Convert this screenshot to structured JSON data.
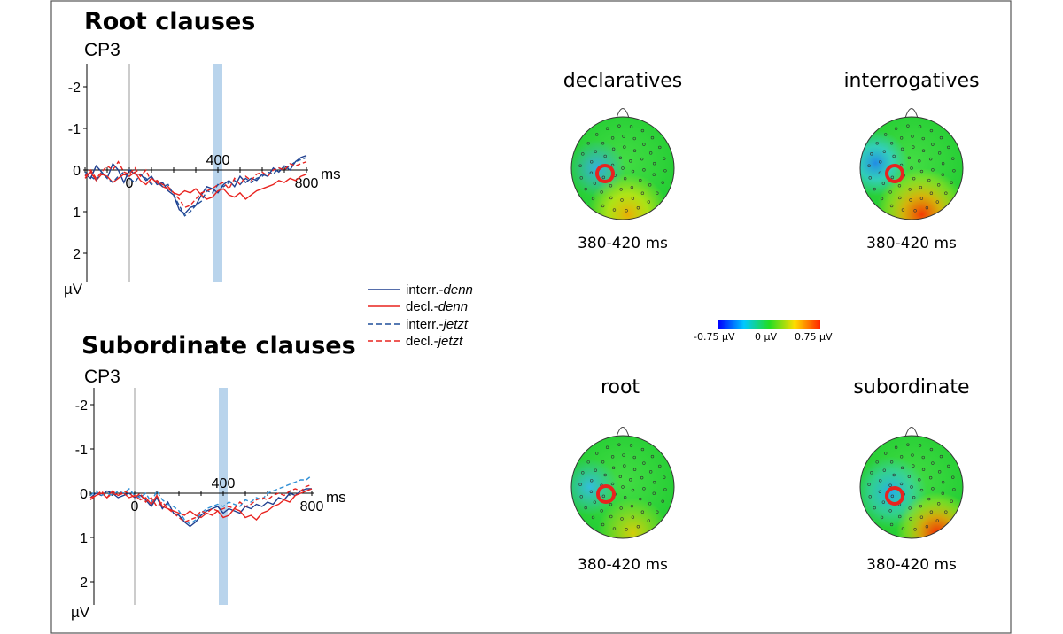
{
  "panels": [
    {
      "title": "Root clauses",
      "electrode": "CP3"
    },
    {
      "title": "Subordinate clauses",
      "electrode": "CP3"
    }
  ],
  "x_unit": "ms",
  "y_unit": "µV",
  "x_tick_labels": [
    "0",
    "400",
    "800"
  ],
  "y_tick_labels": [
    "-2",
    "-1",
    "0",
    "1",
    "2"
  ],
  "legend": [
    {
      "label": "interr.-",
      "italic": "denn"
    },
    {
      "label": "decl.-",
      "italic": "denn"
    },
    {
      "label": "interr.-",
      "italic": "jetzt"
    },
    {
      "label": "decl.-",
      "italic": "jetzt"
    }
  ],
  "topomaps": [
    {
      "title": "declaratives",
      "window": "380-420 ms"
    },
    {
      "title": "interrogatives",
      "window": "380-420 ms"
    },
    {
      "title": "root",
      "window": "380-420 ms"
    },
    {
      "title": "subordinate",
      "window": "380-420 ms"
    }
  ],
  "colorbar": {
    "min_label": "-0.75 µV",
    "mid_label": "0 µV",
    "max_label": "0.75 µV"
  },
  "colors": {
    "interr_denn": "#1f3f8f",
    "decl_denn": "#e8231f",
    "interr_jetzt": "#1f4e9a",
    "decl_jetzt": "#e8231f",
    "interr_light": "#2f8fd6",
    "highlight_window": "#b9d4ec",
    "electrode_marker": "#e8231f"
  },
  "chart_data": [
    {
      "type": "line",
      "title": "Root clauses",
      "subtitle": "CP3",
      "xlabel": "ms",
      "ylabel": "µV",
      "xlim": [
        -200,
        800
      ],
      "ylim": [
        2.5,
        -2.5
      ],
      "y_axis_inverted": true,
      "highlight_window": [
        380,
        420
      ],
      "x": [
        -200,
        -175,
        -150,
        -125,
        -100,
        -75,
        -50,
        -25,
        0,
        25,
        50,
        75,
        100,
        125,
        150,
        175,
        200,
        225,
        250,
        275,
        300,
        325,
        350,
        375,
        400,
        425,
        450,
        475,
        500,
        525,
        550,
        575,
        600,
        625,
        650,
        675,
        700,
        725,
        750,
        775,
        800
      ],
      "series": [
        {
          "name": "interr.-denn",
          "style": "solid",
          "color": "#1f3f8f",
          "values": [
            0.1,
            0.2,
            -0.1,
            0.05,
            0.2,
            -0.15,
            0.0,
            0.3,
            0.0,
            0.1,
            0.1,
            0.25,
            0.15,
            0.35,
            0.3,
            0.5,
            0.6,
            0.95,
            1.05,
            0.9,
            0.85,
            0.6,
            0.4,
            0.45,
            0.55,
            0.35,
            0.25,
            0.4,
            0.15,
            0.3,
            0.2,
            0.25,
            0.1,
            0.15,
            -0.05,
            0.05,
            -0.1,
            0.0,
            -0.2,
            -0.3,
            -0.35
          ]
        },
        {
          "name": "decl.-denn",
          "style": "solid",
          "color": "#e8231f",
          "values": [
            0.2,
            0.05,
            0.25,
            0.1,
            0.15,
            0.3,
            0.2,
            0.1,
            0.15,
            0.05,
            0.25,
            0.35,
            0.2,
            0.3,
            0.4,
            0.45,
            0.55,
            0.6,
            0.5,
            0.55,
            0.45,
            0.6,
            0.7,
            0.65,
            0.5,
            0.45,
            0.6,
            0.65,
            0.55,
            0.7,
            0.6,
            0.5,
            0.45,
            0.4,
            0.35,
            0.25,
            0.3,
            0.2,
            0.25,
            0.15,
            0.1
          ]
        },
        {
          "name": "interr.-jetzt",
          "style": "dashed",
          "color": "#1f4e9a",
          "values": [
            0.05,
            0.15,
            0.25,
            0.05,
            0.2,
            0.3,
            0.15,
            0.05,
            0.2,
            0.3,
            0.1,
            0.2,
            0.35,
            0.25,
            0.4,
            0.35,
            0.6,
            0.85,
            1.1,
            1.0,
            0.85,
            0.75,
            0.5,
            0.55,
            0.35,
            0.4,
            0.3,
            0.25,
            0.35,
            0.2,
            0.3,
            0.2,
            0.15,
            0.05,
            0.1,
            -0.05,
            0.0,
            -0.1,
            -0.2,
            -0.25,
            -0.3
          ]
        },
        {
          "name": "decl.-jetzt",
          "style": "dashed",
          "color": "#e8231f",
          "values": [
            0.15,
            0.0,
            0.2,
            0.05,
            -0.1,
            0.0,
            -0.2,
            0.05,
            0.1,
            -0.05,
            0.15,
            0.0,
            0.3,
            0.25,
            0.35,
            0.4,
            0.55,
            0.7,
            0.9,
            0.85,
            0.7,
            0.55,
            0.5,
            0.45,
            0.35,
            0.3,
            0.45,
            0.2,
            0.35,
            0.15,
            0.25,
            0.1,
            0.05,
            0.15,
            0.0,
            -0.05,
            0.0,
            -0.15,
            -0.1,
            -0.15,
            -0.2
          ]
        }
      ]
    },
    {
      "type": "line",
      "title": "Subordinate clauses",
      "subtitle": "CP3",
      "xlabel": "ms",
      "ylabel": "µV",
      "xlim": [
        -200,
        800
      ],
      "ylim": [
        2.5,
        -2.5
      ],
      "y_axis_inverted": true,
      "highlight_window": [
        380,
        420
      ],
      "x": [
        -200,
        -175,
        -150,
        -125,
        -100,
        -75,
        -50,
        -25,
        0,
        25,
        50,
        75,
        100,
        125,
        150,
        175,
        200,
        225,
        250,
        275,
        300,
        325,
        350,
        375,
        400,
        425,
        450,
        475,
        500,
        525,
        550,
        575,
        600,
        625,
        650,
        675,
        700,
        725,
        750,
        775,
        800
      ],
      "series": [
        {
          "name": "interr.-denn",
          "style": "solid",
          "color": "#1f3f8f",
          "values": [
            0.1,
            0.0,
            0.05,
            -0.05,
            0.0,
            0.1,
            0.05,
            0.0,
            0.1,
            0.05,
            0.15,
            0.3,
            0.1,
            0.35,
            0.2,
            0.45,
            0.5,
            0.65,
            0.75,
            0.65,
            0.5,
            0.4,
            0.35,
            0.3,
            0.45,
            0.35,
            0.4,
            0.45,
            0.3,
            0.35,
            0.25,
            0.3,
            0.2,
            0.25,
            0.1,
            0.15,
            0.0,
            0.05,
            -0.05,
            -0.1,
            -0.1
          ]
        },
        {
          "name": "decl.-denn",
          "style": "solid",
          "color": "#e8231f",
          "values": [
            0.15,
            0.05,
            0.0,
            0.1,
            -0.05,
            0.05,
            0.0,
            0.1,
            0.05,
            0.15,
            0.1,
            0.25,
            0.05,
            0.3,
            0.35,
            0.4,
            0.45,
            0.5,
            0.4,
            0.5,
            0.55,
            0.45,
            0.5,
            0.4,
            0.55,
            0.5,
            0.35,
            0.4,
            0.55,
            0.5,
            0.6,
            0.45,
            0.4,
            0.3,
            0.25,
            0.15,
            0.2,
            0.05,
            0.0,
            -0.05,
            -0.1
          ]
        },
        {
          "name": "interr.-jetzt",
          "style": "dashed",
          "color": "#2f8fd6",
          "values": [
            0.05,
            -0.05,
            0.05,
            0.0,
            0.05,
            -0.05,
            0.0,
            -0.1,
            0.05,
            0.1,
            0.0,
            0.2,
            -0.05,
            0.15,
            0.25,
            0.3,
            0.4,
            0.6,
            0.7,
            0.6,
            0.45,
            0.35,
            0.3,
            0.25,
            0.3,
            0.2,
            0.25,
            0.3,
            0.15,
            0.2,
            0.1,
            0.15,
            0.0,
            -0.05,
            -0.1,
            -0.15,
            -0.2,
            -0.25,
            -0.3,
            -0.3,
            -0.4
          ]
        },
        {
          "name": "decl.-jetzt",
          "style": "dashed",
          "color": "#e8231f",
          "values": [
            0.1,
            0.05,
            -0.05,
            0.1,
            0.0,
            0.05,
            -0.05,
            0.0,
            0.1,
            0.0,
            0.2,
            0.1,
            0.3,
            0.2,
            0.35,
            0.45,
            0.55,
            0.65,
            0.6,
            0.55,
            0.4,
            0.45,
            0.35,
            0.4,
            0.35,
            0.3,
            0.35,
            0.2,
            0.3,
            0.25,
            0.15,
            0.1,
            0.15,
            0.05,
            0.0,
            0.05,
            -0.05,
            -0.1,
            -0.05,
            -0.15,
            -0.2
          ]
        }
      ]
    }
  ]
}
